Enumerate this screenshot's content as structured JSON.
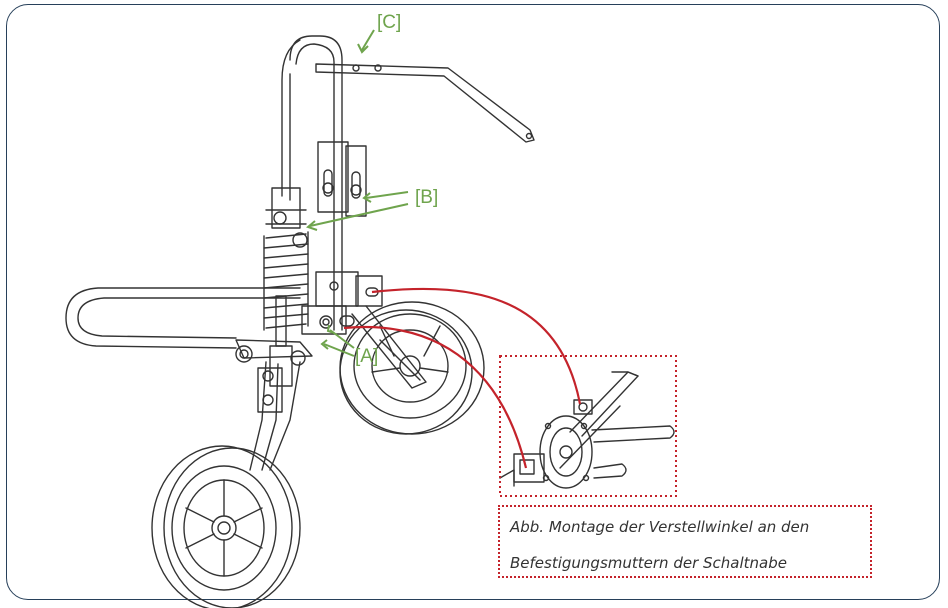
{
  "labels": {
    "c": "[C]",
    "b": "[B]",
    "a": "[A]"
  },
  "caption": {
    "line1": "Abb. Montage der Verstellwinkel an den",
    "line2": "Befestigungsmuttern der Schaltnabe"
  },
  "colors": {
    "frame_border": "#27405a",
    "label_green": "#6fa44d",
    "callout_red": "#c4232b",
    "line_art": "#333333"
  }
}
